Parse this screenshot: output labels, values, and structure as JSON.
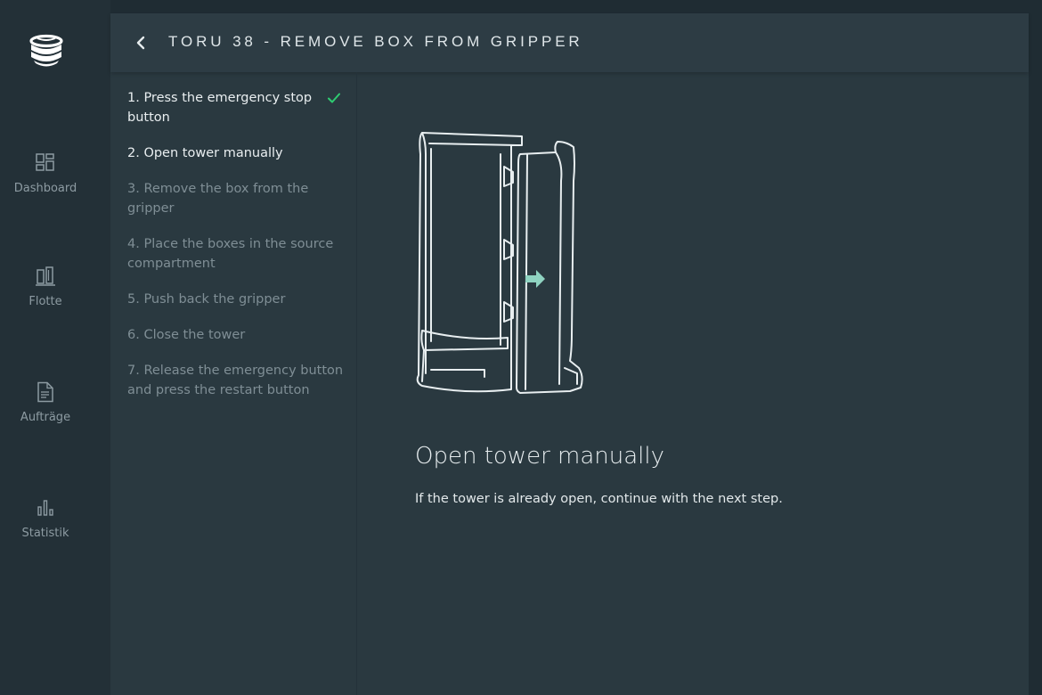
{
  "header": {
    "title": "TORU 38 - REMOVE BOX FROM GRIPPER"
  },
  "nav": {
    "items": [
      {
        "label": "Dashboard",
        "icon": "dashboard-icon"
      },
      {
        "label": "Flotte",
        "icon": "fleet-icon"
      },
      {
        "label": "Aufträge",
        "icon": "orders-document-icon"
      },
      {
        "label": "Statistik",
        "icon": "statistics-bar-icon"
      }
    ]
  },
  "steps": [
    {
      "text": "1. Press the emergency stop button",
      "state": "done"
    },
    {
      "text": "2. Open tower manually",
      "state": "active"
    },
    {
      "text": "3. Remove the box from the gripper",
      "state": "pending"
    },
    {
      "text": "4. Place the boxes in the source compartment",
      "state": "pending"
    },
    {
      "text": "5. Push back the gripper",
      "state": "pending"
    },
    {
      "text": "6. Close the tower",
      "state": "pending"
    },
    {
      "text": "7. Release the emergency button and press the restart button",
      "state": "pending"
    }
  ],
  "content": {
    "title": "Open tower manually",
    "text": "If the tower is already open, continue with the next step."
  },
  "colors": {
    "check": "#2ecc71",
    "arrow": "#8fd3c1",
    "active_text": "#e9eef0",
    "pending_text": "#7f8e95"
  }
}
